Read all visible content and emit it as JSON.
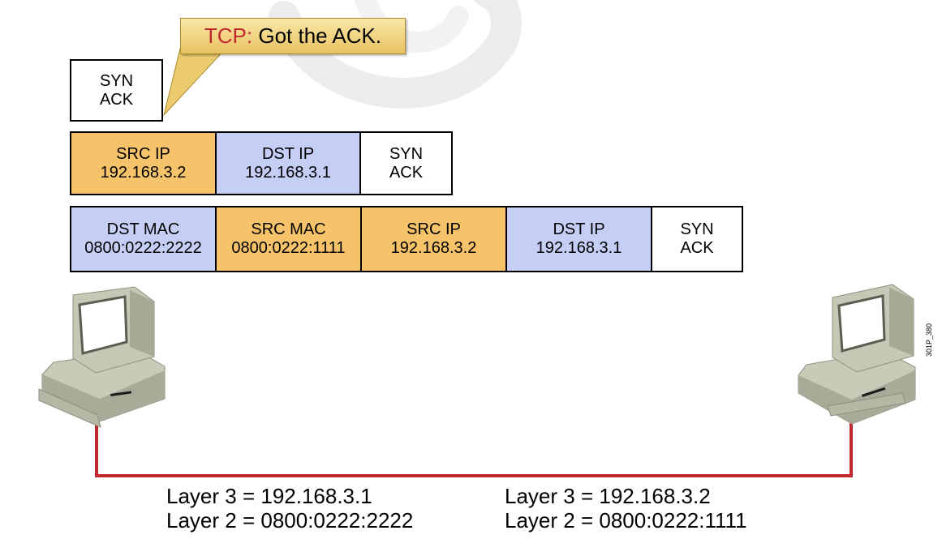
{
  "callout": {
    "protocol": "TCP:",
    "message": "Got the ACK."
  },
  "segment": {
    "flag1": "SYN",
    "flag2": "ACK"
  },
  "packet": {
    "src_ip": {
      "label": "SRC IP",
      "value": "192.168.3.2"
    },
    "dst_ip": {
      "label": "DST IP",
      "value": "192.168.3.1"
    },
    "payload": {
      "flag1": "SYN",
      "flag2": "ACK"
    }
  },
  "frame": {
    "dst_mac": {
      "label": "DST MAC",
      "value": "0800:0222:2222"
    },
    "src_mac": {
      "label": "SRC MAC",
      "value": "0800:0222:1111"
    },
    "src_ip": {
      "label": "SRC IP",
      "value": "192.168.3.2"
    },
    "dst_ip": {
      "label": "DST IP",
      "value": "192.168.3.1"
    },
    "payload": {
      "flag1": "SYN",
      "flag2": "ACK"
    }
  },
  "hosts": {
    "left": {
      "layer3": "Layer 3 = 192.168.3.1",
      "layer2": "Layer 2 = 0800:0222:2222"
    },
    "right": {
      "layer3": "Layer 3 = 192.168.3.2",
      "layer2": "Layer 2 = 0800:0222:1111"
    }
  },
  "figure_id": "301P_380",
  "colors": {
    "source_fields": "#f6c36a",
    "destination_fields": "#c5cef5",
    "cable": "#c0282e",
    "callout_protocol": "#c0282e"
  }
}
